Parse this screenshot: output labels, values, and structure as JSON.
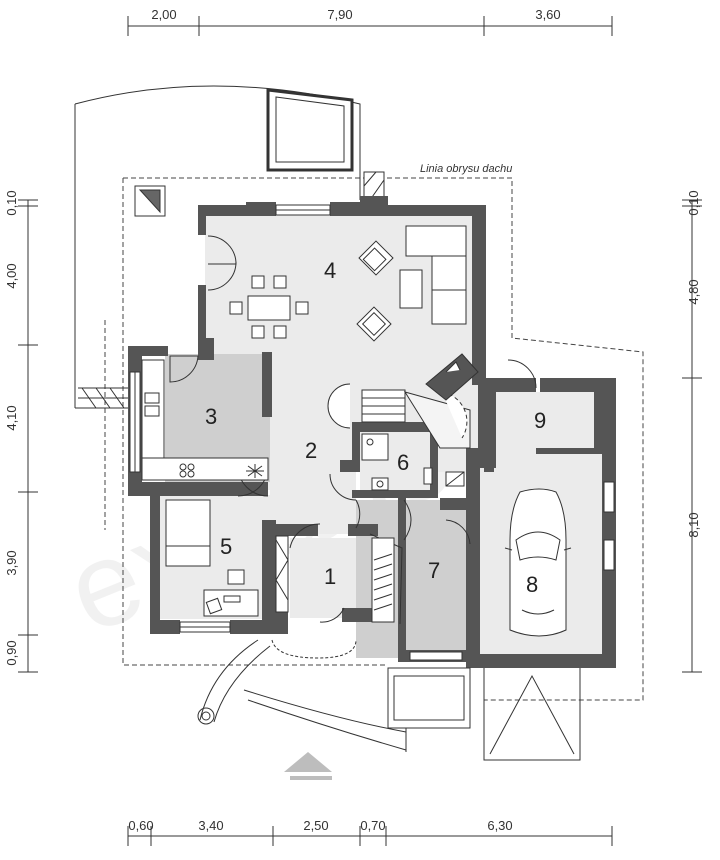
{
  "dimensions": {
    "top": [
      "2,00",
      "7,90",
      "3,60"
    ],
    "bottom": [
      "0,60",
      "3,40",
      "2,50",
      "0,70",
      "6,30"
    ],
    "left": [
      "0,10",
      "4,00",
      "4,10",
      "3,90",
      "0,90"
    ],
    "right": [
      "0,10",
      "4,80",
      "8,10"
    ]
  },
  "roof_outline_label": "Linia obrysu dachu",
  "rooms": [
    "1",
    "2",
    "3",
    "4",
    "5",
    "6",
    "7",
    "8",
    "9"
  ],
  "watermark": "extradom",
  "colors": {
    "wall": "#555555",
    "floor_light": "#ebebeb",
    "floor_grey": "#cfcfcf",
    "line": "#333333",
    "entrance_arrow": "#bdbdbd"
  }
}
